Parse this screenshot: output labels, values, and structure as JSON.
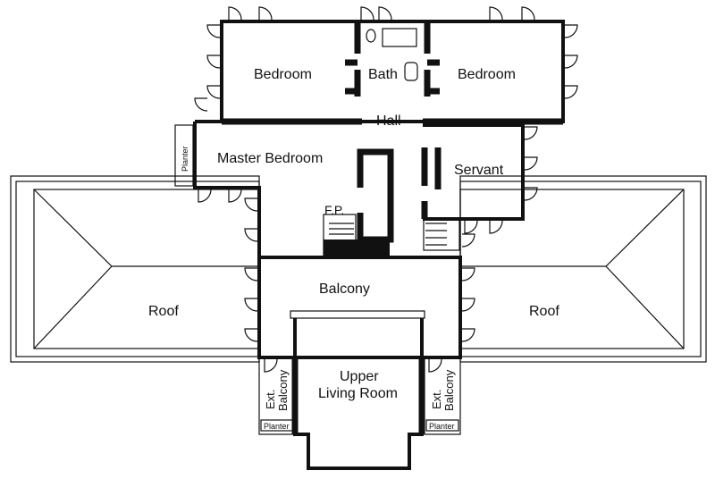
{
  "plan": {
    "rooms": {
      "bedroom_left": "Bedroom",
      "bath": "Bath",
      "bedroom_right": "Bedroom",
      "hall": "Hall",
      "master_bedroom": "Master Bedroom",
      "servant": "Servant",
      "fireplace": "F.P.",
      "balcony": "Balcony",
      "roof_left": "Roof",
      "roof_right": "Roof",
      "upper_living_line1": "Upper",
      "upper_living_line2": "Living Room",
      "ext_balcony_left_line1": "Ext.",
      "ext_balcony_left_line2": "Balcony",
      "ext_balcony_right_line1": "Ext.",
      "ext_balcony_right_line2": "Balcony",
      "planter_top": "Planter",
      "planter_left": "Planter",
      "planter_right": "Planter"
    }
  }
}
